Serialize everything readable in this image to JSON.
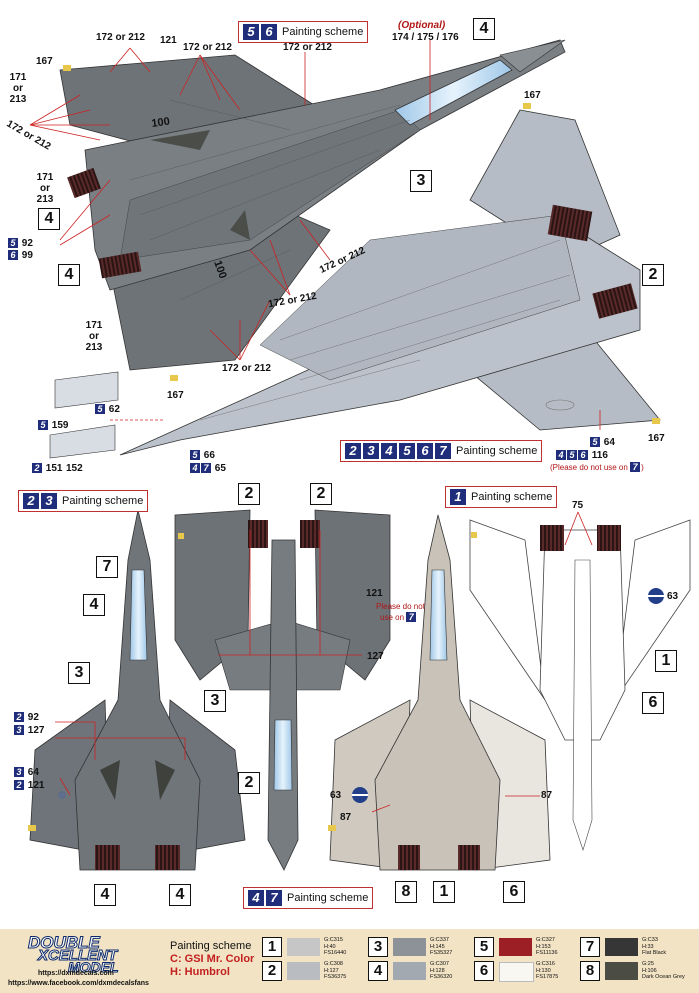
{
  "scheme_titles": {
    "top": {
      "numbers": [
        "5",
        "6"
      ],
      "label": "Painting scheme"
    },
    "mid": {
      "numbers": [
        "2",
        "3",
        "4",
        "5",
        "6",
        "7"
      ],
      "label": "Painting scheme"
    },
    "left": {
      "numbers": [
        "2",
        "3"
      ],
      "label": "Painting scheme"
    },
    "right": {
      "numbers": [
        "1"
      ],
      "label": "Painting scheme"
    },
    "bottom": {
      "numbers": [
        "4",
        "7"
      ],
      "label": "Painting scheme"
    }
  },
  "labels": {
    "optional": "(Optional)",
    "optional_nums": "174 / 175 / 176",
    "n172or212": "172 or 212",
    "n121": "121",
    "n167": "167",
    "n171or213": "171 or 213",
    "n92": "92",
    "n99": "99",
    "n159": "159",
    "n62": "62",
    "n151": "151",
    "n152": "152",
    "n66": "66",
    "n65": "65",
    "n64": "64",
    "n116": "116",
    "n127": "127",
    "n75": "75",
    "n63": "63",
    "n87": "87",
    "note_no7": "(Please do not use on",
    "note_no7_end": ")",
    "please_not": "Please do not",
    "use_on": "use on"
  },
  "footer": {
    "logo_line1": "DOUBLE",
    "logo_line2": "XCELLENT",
    "logo_line3": "MODEL",
    "website": "https://dxmdecals.com",
    "facebook": "https://www.facebook.com/dxmdecalsfans",
    "legend_title": "Painting scheme",
    "legend_c": "C: GSI Mr. Color",
    "legend_h": "H: Humbrol",
    "swatches": [
      {
        "num": "1",
        "color": "#c6c6c6",
        "codes": [
          "G:C315",
          "H:40",
          "FS16440"
        ]
      },
      {
        "num": "2",
        "color": "#b9bcc0",
        "codes": [
          "G:C308",
          "H:127",
          "FS36375"
        ]
      },
      {
        "num": "3",
        "color": "#8d9198",
        "codes": [
          "G:C337",
          "H:145",
          "FS35327"
        ]
      },
      {
        "num": "4",
        "color": "#a3a9b0",
        "codes": [
          "G:C307",
          "H:128",
          "FS36320"
        ]
      },
      {
        "num": "5",
        "color": "#9c1f25",
        "codes": [
          "G:C327",
          "H:153",
          "FS11136"
        ]
      },
      {
        "num": "6",
        "color": "#f8f7f2",
        "codes": [
          "G:C316",
          "H:130",
          "FS17875"
        ]
      },
      {
        "num": "7",
        "color": "#363637",
        "codes": [
          "G:C33",
          "H:33",
          "Flat Black"
        ]
      },
      {
        "num": "8",
        "color": "#4b4d45",
        "codes": [
          "G:25",
          "H:106",
          "Dark Ocean Grey"
        ]
      }
    ]
  }
}
